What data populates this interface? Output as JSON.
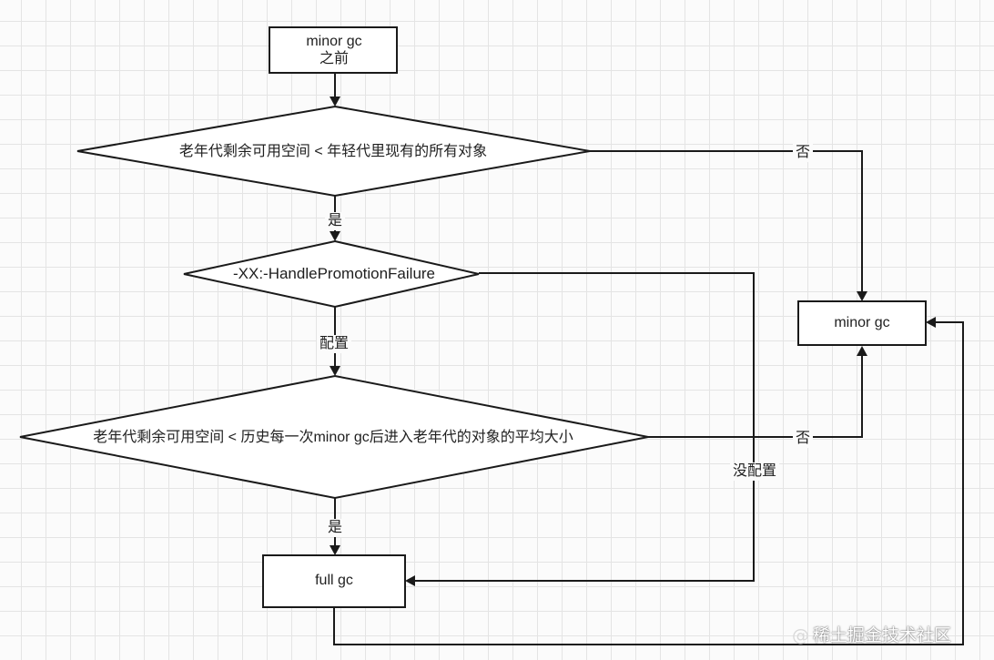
{
  "nodes": {
    "start_line1": "minor gc",
    "start_line2": "之前",
    "decision1": "老年代剩余可用空间 < 年轻代里现有的所有对象",
    "decision2": "-XX:-HandlePromotionFailure",
    "decision3": "老年代剩余可用空间 < 历史每一次minor gc后进入老年代的对象的平均大小",
    "minor_gc": "minor gc",
    "full_gc": "full gc"
  },
  "edges": {
    "d1_yes": "是",
    "d1_no": "否",
    "d2_configured": "配置",
    "d2_not_configured": "没配置",
    "d3_yes": "是",
    "d3_no": "否"
  },
  "watermark": {
    "at": "@",
    "text": "稀土掘金技术社区"
  }
}
